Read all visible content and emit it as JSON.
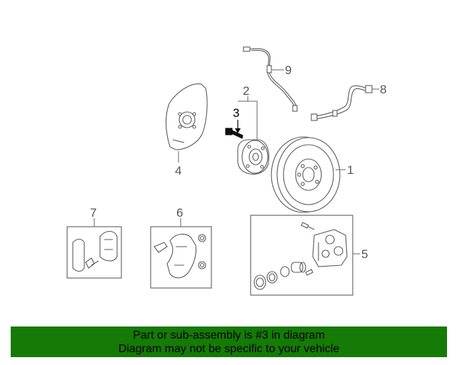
{
  "diagram": {
    "callouts": {
      "c1": "1",
      "c2": "2",
      "c3": "3",
      "c4": "4",
      "c5": "5",
      "c6": "6",
      "c7": "7",
      "c8": "8",
      "c9": "9"
    },
    "highlighted_part": "3"
  },
  "footer": {
    "line1": "Part or sub-assembly is #3 in diagram",
    "line2": "Diagram may not be specific to your vehicle"
  },
  "colors": {
    "banner": "#157a06",
    "line_art": "#5a5a5a",
    "highlight": "#000000"
  }
}
